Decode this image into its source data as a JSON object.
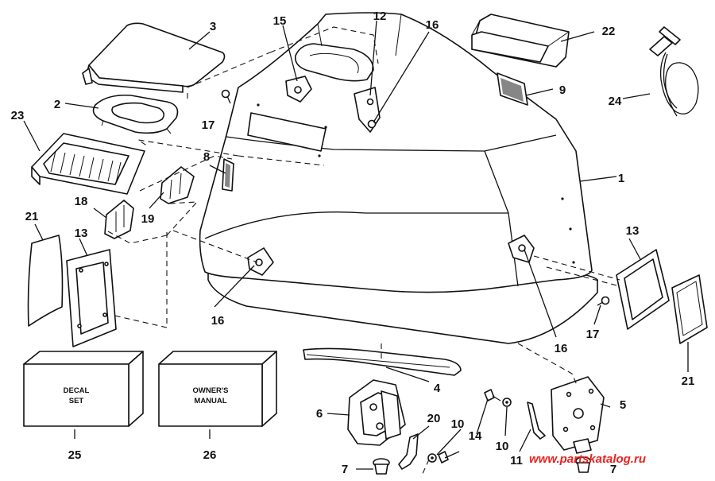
{
  "callouts": {
    "c1": "1",
    "c2": "2",
    "c3": "3",
    "c4": "4",
    "c5": "5",
    "c6": "6",
    "c7a": "7",
    "c7b": "7",
    "c8": "8",
    "c9": "9",
    "c10a": "10",
    "c10b": "10",
    "c11": "11",
    "c12": "12",
    "c13a": "13",
    "c13b": "13",
    "c14": "14",
    "c15": "15",
    "c16a": "16",
    "c16b": "16",
    "c16c": "16",
    "c17a": "17",
    "c17b": "17",
    "c18": "18",
    "c19": "19",
    "c20": "20",
    "c21a": "21",
    "c21b": "21",
    "c22": "22",
    "c23": "23",
    "c24": "24",
    "c25": "25",
    "c26": "26"
  },
  "boxes": {
    "decal_line1": "DECAL",
    "decal_line2": "SET",
    "manual_line1": "OWNER'S",
    "manual_line2": "MANUAL"
  },
  "watermark": "www.partskatalog.ru",
  "colors": {
    "ink": "#111111",
    "watermark": "#e8231f"
  }
}
